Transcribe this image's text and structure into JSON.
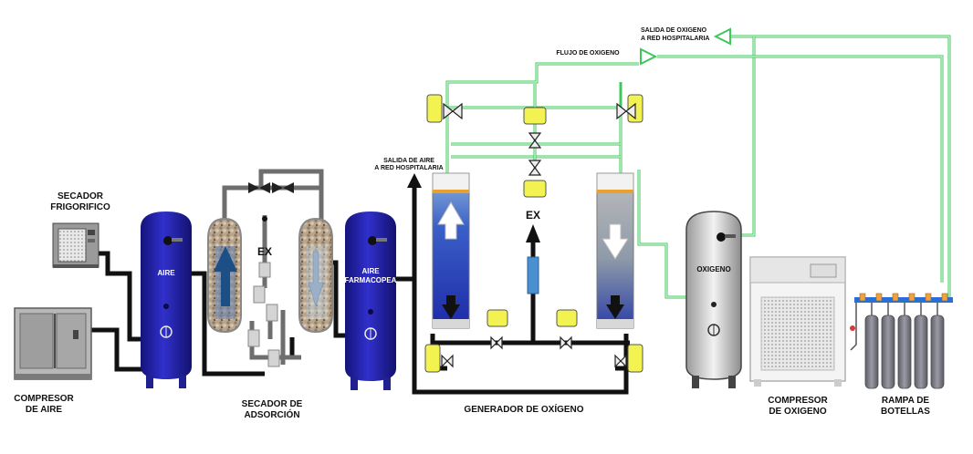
{
  "labels": {
    "secador_frigorifico": [
      "SECADOR",
      "FRIGORIFICO"
    ],
    "compresor_aire": [
      "COMPRESOR",
      "DE AIRE"
    ],
    "tank_aire": "AIRE",
    "secador_adsorcion": [
      "SECADOR DE",
      "ADSORCIÓN"
    ],
    "ex_dryer": "EX",
    "tank_farmacopea": [
      "AIRE",
      "FARMACOPEA"
    ],
    "salida_aire": [
      "SALIDA DE AIRE",
      "A RED HOSPITALARIA"
    ],
    "generador": "GENERADOR DE OXÍGENO",
    "ex_generator": "EX",
    "flujo_oxigeno": "FLUJO DE OXIGENO",
    "salida_oxigeno": [
      "SALIDA DE OXIGENO",
      "A RED HOSPITALARIA"
    ],
    "tank_oxigeno": "OXIGENO",
    "compresor_oxigeno": [
      "COMPRESOR",
      "DE OXIGENO"
    ],
    "rampa": [
      "RAMPA DE",
      "BOTELLAS"
    ]
  },
  "colors": {
    "tank_blue": "#2323b8",
    "pipe": "#111111",
    "pipe_grey": "#6e6e6e",
    "oxygen_line": "#3cc85a",
    "valve_yellow": "#f2f250",
    "bottle_grey": "#7d7d86",
    "manifold_blue": "#2a6fd6"
  }
}
